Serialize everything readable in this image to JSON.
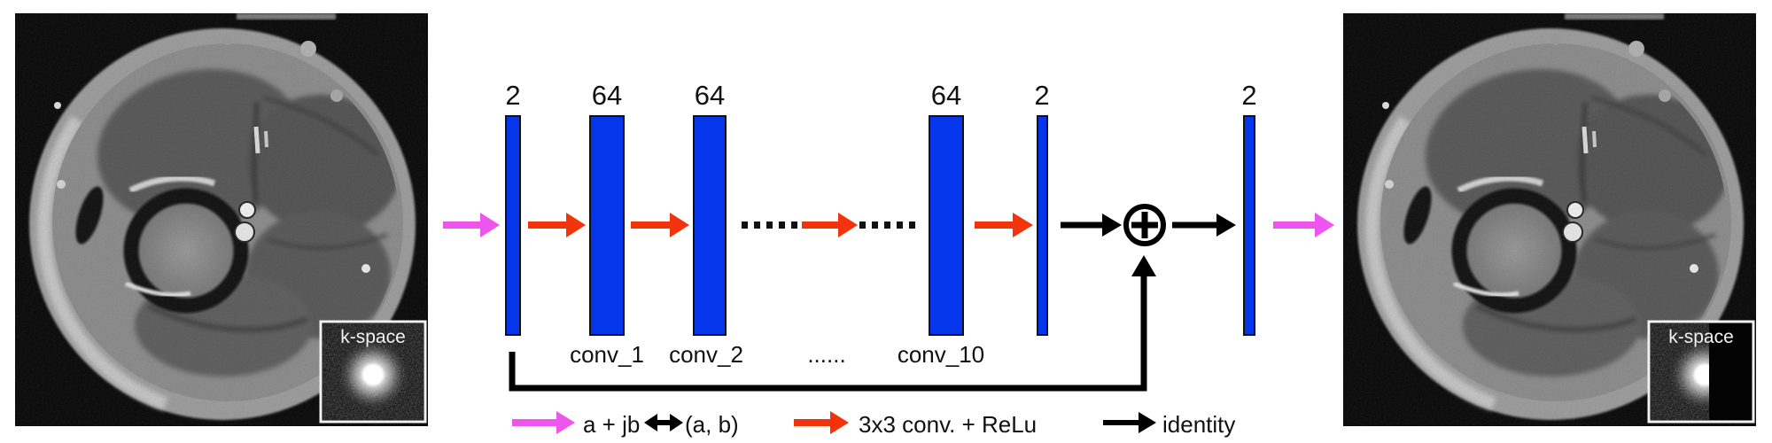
{
  "figure": {
    "type": "residual-cnn-mri-reconstruction-diagram",
    "input_image": {
      "kspace_label": "k-space"
    },
    "output_image": {
      "kspace_label": "k-space"
    },
    "network": {
      "channel_labels": [
        "2",
        "64",
        "64",
        "64",
        "2",
        "2"
      ],
      "conv_labels": [
        "conv_1",
        "conv_2",
        "conv_10"
      ],
      "ellipsis": "......",
      "sum_node_icon": "circled-plus-icon",
      "connector_icons": [
        "complex-split-arrow-icon",
        "conv-relu-arrow-icon",
        "dotted-connector",
        "identity-arrow-icon",
        "skip-connection-arrow"
      ]
    },
    "legend": {
      "complex_lhs": "a + jb",
      "complex_double_arrow_icon": "left-right-arrow-icon",
      "complex_rhs": "(a, b)",
      "conv_label": "3x3 conv. + ReLu",
      "identity_label": "identity"
    },
    "colors": {
      "layer_blue": "#0636ec",
      "conv_arrow_red": "#f2330b",
      "complex_arrow_magenta": "#ee55ee",
      "identity_arrow_black": "#000000",
      "background": "#ffffff"
    }
  }
}
